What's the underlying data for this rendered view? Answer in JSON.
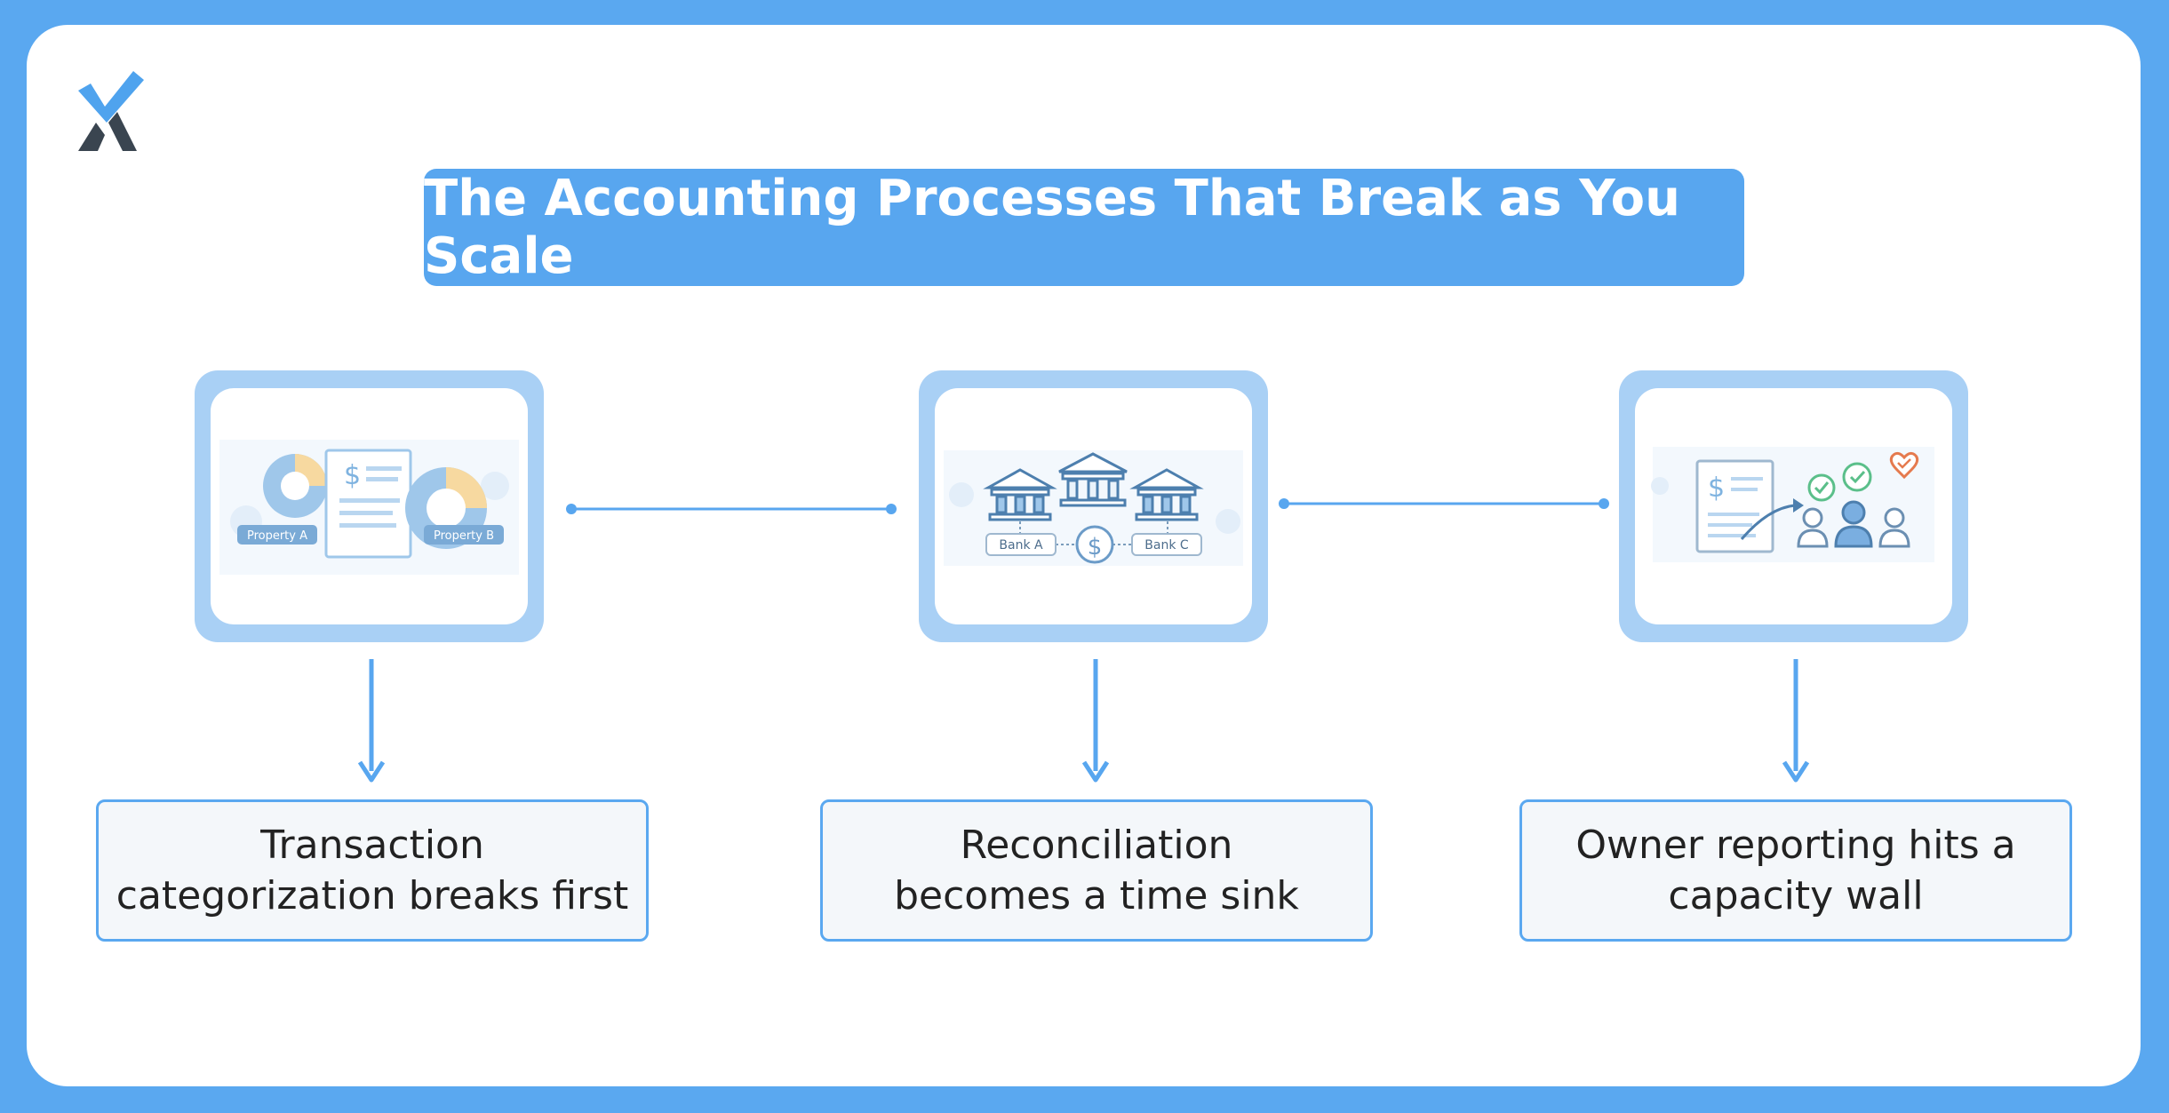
{
  "title": "The Accounting Processes That Break as You Scale",
  "colors": {
    "background": "#5aa8f0",
    "title_bar": "#58a6ef",
    "frame": "#a9d0f5",
    "label_border": "#5aa8f0",
    "label_fill": "#f4f7fa",
    "text": "#222222"
  },
  "steps": [
    {
      "icon": "property-categorization-illustration",
      "illustration_labels": [
        "Property A",
        "Property B"
      ],
      "label": "Transaction\ncategorization breaks first"
    },
    {
      "icon": "bank-reconciliation-illustration",
      "illustration_labels": [
        "Bank A",
        "Bank C"
      ],
      "label": "Reconciliation\nbecomes a time sink"
    },
    {
      "icon": "owner-reporting-illustration",
      "illustration_labels": [],
      "label": "Owner reporting hits a\ncapacity wall"
    }
  ]
}
